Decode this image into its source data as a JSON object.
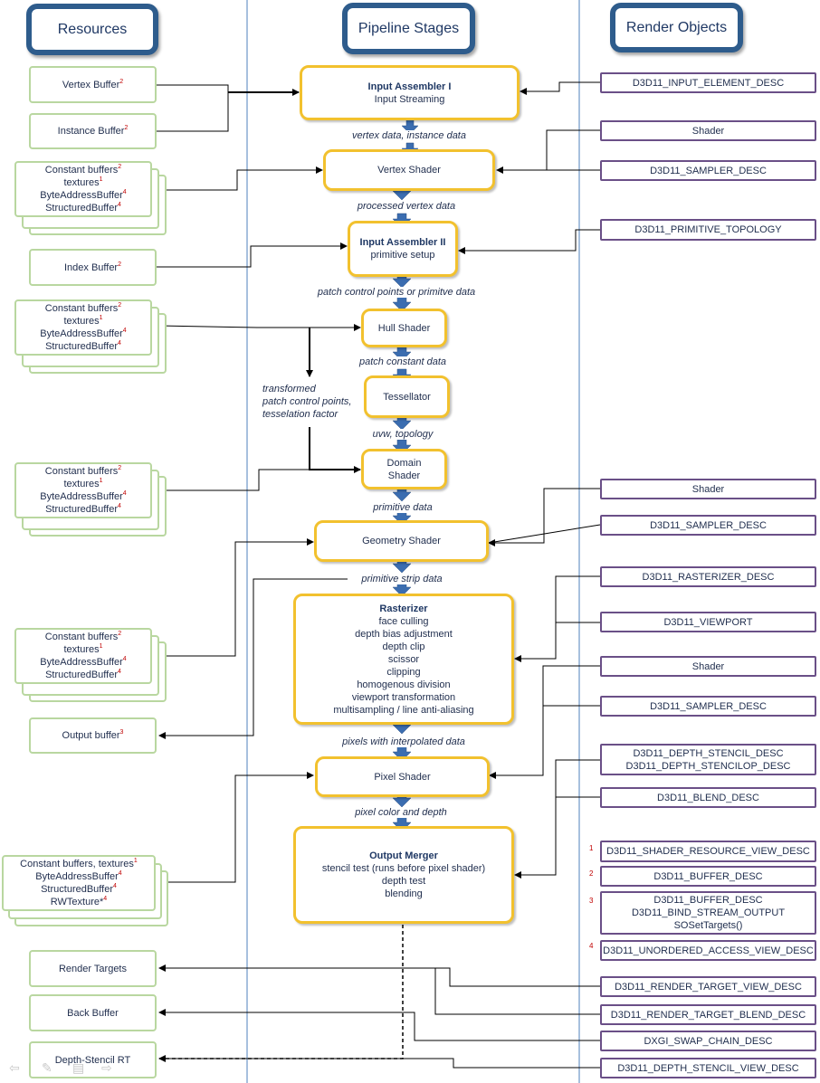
{
  "headers": {
    "resources": "Resources",
    "pipeline": "Pipeline Stages",
    "render_objects": "Render Objects"
  },
  "resources": {
    "vertex_buffer": "Vertex Buffer",
    "instance_buffer": "Instance Buffer",
    "index_buffer": "Index Buffer",
    "output_buffer": "Output buffer",
    "render_targets": "Render Targets",
    "back_buffer": "Back Buffer",
    "depth_stencil_rt": "Depth-Stencil RT",
    "cb_group": {
      "constant_buffers": "Constant buffers",
      "textures": "textures",
      "byte_address_buffer": "ByteAddressBuffer",
      "structured_buffer": "StructuredBuffer"
    },
    "om_group": {
      "line1": "Constant buffers, textures",
      "line2": "ByteAddressBuffer",
      "line3": "StructuredBuffer",
      "line4": "RWTexture*"
    }
  },
  "stages": {
    "ia1_title": "Input Assembler I",
    "ia1_sub": "Input Streaming",
    "vs": "Vertex Shader",
    "ia2_title": "Input Assembler II",
    "ia2_sub": "primitive setup",
    "hs": "Hull Shader",
    "tess": "Tessellator",
    "ds_line1": "Domain",
    "ds_line2": "Shader",
    "gs": "Geometry Shader",
    "rast_title": "Rasterizer",
    "rast_lines": [
      "face culling",
      "depth bias adjustment",
      "depth clip",
      "scissor",
      "clipping",
      "homogenous division",
      "viewport transformation",
      "multisampling / line anti-aliasing"
    ],
    "ps": "Pixel Shader",
    "om_title": "Output Merger",
    "om_lines": [
      "stencil test (runs before pixel shader)",
      "depth test",
      "blending"
    ]
  },
  "flow_labels": {
    "vertex_instance": "vertex data, instance data",
    "processed_vertex": "processed vertex data",
    "patch_control": "patch control points or primitve data",
    "patch_constant": "patch constant data",
    "uvw": "uvw, topology",
    "primitive": "primitive data",
    "primitive_strip": "primitive strip data",
    "pixels_interp": "pixels with interpolated data",
    "pixel_color": "pixel color and depth",
    "transformed_1": "transformed",
    "transformed_2": "patch control points,",
    "transformed_3": "tesselation factor"
  },
  "render_objects": {
    "input_element": "D3D11_INPUT_ELEMENT_DESC",
    "shader": "Shader",
    "sampler": "D3D11_SAMPLER_DESC",
    "primitive_topology": "D3D11_PRIMITIVE_TOPOLOGY",
    "rasterizer": "D3D11_RASTERIZER_DESC",
    "viewport": "D3D11_VIEWPORT",
    "depth_stencil_1": "D3D11_DEPTH_STENCIL_DESC",
    "depth_stencil_2": "D3D11_DEPTH_STENCILOP_DESC",
    "blend": "D3D11_BLEND_DESC",
    "srv": "D3D11_SHADER_RESOURCE_VIEW_DESC",
    "buffer": "D3D11_BUFFER_DESC",
    "so_1": "D3D11_BUFFER_DESC",
    "so_2": "D3D11_BIND_STREAM_OUTPUT",
    "so_3": "SOSetTargets()",
    "uav": "D3D11_UNORDERED_ACCESS_VIEW_DESC",
    "rtv": "D3D11_RENDER_TARGET_VIEW_DESC",
    "rt_blend": "D3D11_RENDER_TARGET_BLEND_DESC",
    "swap_chain": "DXGI_SWAP_CHAIN_DESC",
    "dsv": "D3D11_DEPTH_STENCIL_VIEW_DESC"
  },
  "footnotes": {
    "n1": "1",
    "n2": "2",
    "n3": "3",
    "n4": "4"
  },
  "colors": {
    "header_border": "#2e5c8c",
    "resource_border": "#b9d7a0",
    "stage_border": "#f2c12e",
    "object_border": "#6a4f87",
    "arrow_fill": "#3b6db0",
    "footnote": "#c00000"
  }
}
